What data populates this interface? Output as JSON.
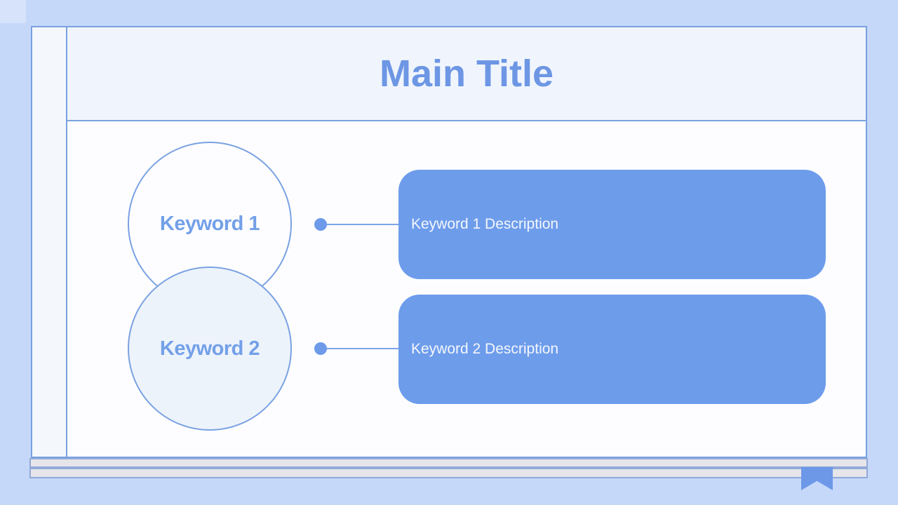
{
  "slide": {
    "title": "Main Title"
  },
  "diagram": {
    "items": [
      {
        "keyword": "Keyword 1",
        "description": "Keyword 1 Description"
      },
      {
        "keyword": "Keyword 2",
        "description": "Keyword 2 Description"
      }
    ]
  },
  "icons": {
    "bookmark": "bookmark-ribbon"
  },
  "colors": {
    "canvas_background": "#c5d8f9",
    "card_background": "#fdfdff",
    "spine_background": "#f4f8fd",
    "title_band_background": "#f0f5fd",
    "border_blue": "#79a1e0",
    "accent_blue": "#6d9ceb",
    "title_text": "#6d96e4",
    "keyword_text": "#73a0e8",
    "description_text": "#f4f7fc",
    "circle2_fill": "#edf3fb",
    "page_strip_fill": "#e6e5ea",
    "connector_blue": "#7ba4ea"
  }
}
